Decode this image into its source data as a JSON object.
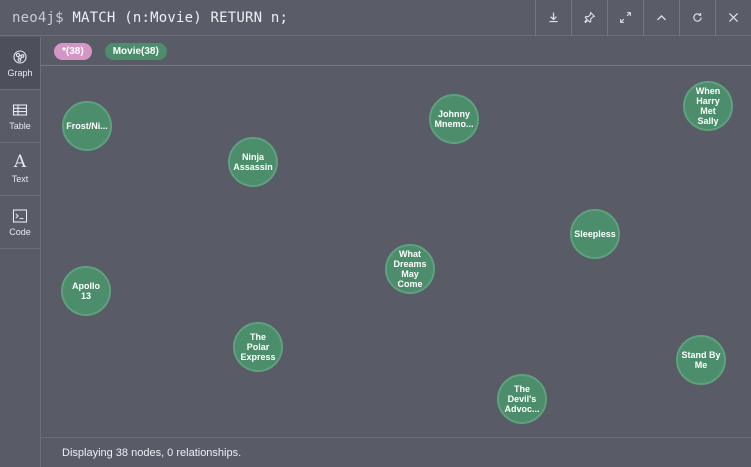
{
  "query": {
    "prompt": "neo4j$",
    "text": "MATCH (n:Movie) RETURN n;"
  },
  "toolbar": {
    "icons": [
      "download-icon",
      "pin-icon",
      "expand-icon",
      "collapse-icon",
      "refresh-icon",
      "close-icon"
    ]
  },
  "sidebar": {
    "items": [
      {
        "label": "Graph",
        "icon": "graph-icon",
        "active": true
      },
      {
        "label": "Table",
        "icon": "table-icon"
      },
      {
        "label": "Text",
        "icon": "text-icon",
        "glyph": "A"
      },
      {
        "label": "Code",
        "icon": "code-icon"
      }
    ]
  },
  "labels": {
    "all": "*(38)",
    "movie": "Movie(38)"
  },
  "nodes": [
    {
      "text": "Frost/Ni..."
    },
    {
      "text": "Ninja\nAssassin"
    },
    {
      "text": "Johnny\nMnemo..."
    },
    {
      "text": "When\nHarry Met\nSally"
    },
    {
      "text": "Sleepless"
    },
    {
      "text": "What\nDreams\nMay\nCome"
    },
    {
      "text": "Apollo 13"
    },
    {
      "text": "The\nPolar\nExpress"
    },
    {
      "text": "Stand By\nMe"
    },
    {
      "text": "The\nDevil's\nAdvoc..."
    }
  ],
  "colors": {
    "node_fill": "#4c8e6c",
    "label_all": "#d596c5",
    "background": "#595b67"
  },
  "status": "Displaying 38 nodes, 0 relationships."
}
